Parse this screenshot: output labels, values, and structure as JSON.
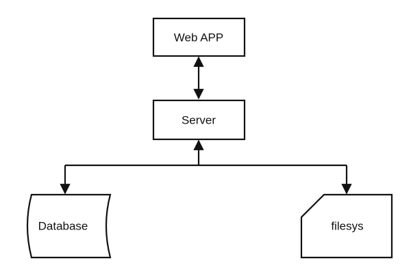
{
  "diagram": {
    "nodes": {
      "webapp": {
        "label": "Web APP",
        "shape": "rectangle"
      },
      "server": {
        "label": "Server",
        "shape": "rectangle"
      },
      "database": {
        "label": "Database",
        "shape": "stored-data"
      },
      "filesys": {
        "label": "filesys",
        "shape": "card"
      }
    },
    "edges": [
      {
        "from": "webapp",
        "to": "server",
        "direction": "bidirectional"
      },
      {
        "from": "server",
        "to": "database",
        "direction": "forward",
        "routing": "orthogonal"
      },
      {
        "from": "server",
        "to": "filesys",
        "direction": "forward",
        "routing": "orthogonal"
      }
    ],
    "colors": {
      "stroke": "#111111",
      "background": "#ffffff"
    }
  }
}
